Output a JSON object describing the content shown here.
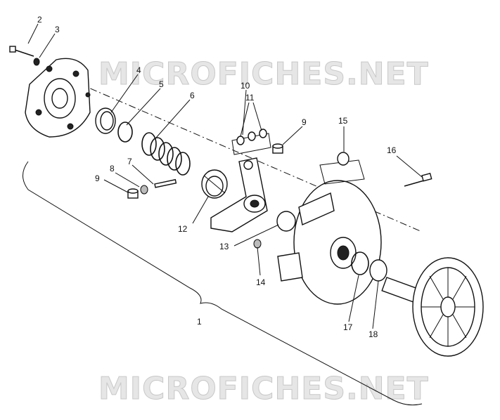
{
  "watermarks": [
    "MICROFICHES.NET",
    "MICROFICHES.NET"
  ],
  "callouts": [
    "1",
    "2",
    "3",
    "4",
    "5",
    "6",
    "7",
    "8",
    "9",
    "9",
    "10",
    "11",
    "12",
    "13",
    "14",
    "15",
    "16",
    "17",
    "18"
  ]
}
